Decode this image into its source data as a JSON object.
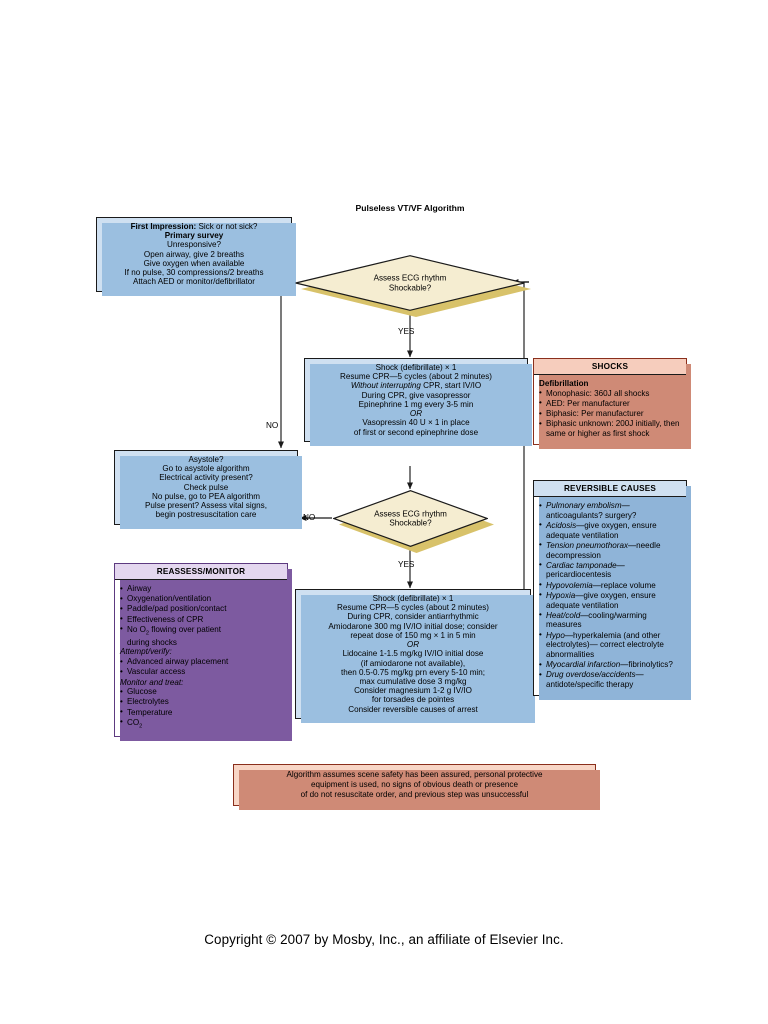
{
  "title": "Pulseless VT/VF Algorithm",
  "footer": "Copyright © 2007 by Mosby, Inc., an affiliate of Elsevier Inc.",
  "colors": {
    "box_fill_blue": "#cfe0f1",
    "box_shadow_blue": "#9bbfe0",
    "diamond_fill": "#f5edd1",
    "diamond_shadow": "#d8c26a",
    "shocks_header": "#f6cdbd",
    "note_fill": "#f8d6c6",
    "note_border": "#8a2f1c",
    "reassess_header": "#e4d7ef",
    "reassess_border": "#5d3a80",
    "reversible_header": "#cfe0f1",
    "stroke": "#1a1a1a"
  },
  "nodes": {
    "first_impression": {
      "name": "first-impression-box",
      "lines": [
        {
          "bold_prefix": "First Impression:",
          "text": " Sick or not sick?"
        },
        {
          "bold": "Primary survey"
        },
        {
          "text": "Unresponsive?"
        },
        {
          "text": "Open airway, give 2 breaths"
        },
        {
          "text": "Give oxygen when available"
        },
        {
          "text": "If no pulse, 30 compressions/2 breaths"
        },
        {
          "text": "Attach AED or monitor/defibrillator"
        }
      ]
    },
    "decision_1": {
      "name": "assess-ecg-rhythm-decision-1",
      "lines": [
        "Assess ECG rhythm",
        "Shockable?"
      ]
    },
    "decision_2": {
      "name": "assess-ecg-rhythm-decision-2",
      "lines": [
        "Assess ECG rhythm",
        "Shockable?"
      ]
    },
    "shock_1": {
      "name": "shock-box-1",
      "lines": [
        {
          "text": "Shock (defibrillate) × 1"
        },
        {
          "text": "Resume CPR—5 cycles (about 2 minutes)"
        },
        {
          "italic": "Without interrupting",
          "text": " CPR, start IV/IO"
        },
        {
          "text": "During CPR, give vasopressor"
        },
        {
          "text": "Epinephrine 1 mg every 3-5 min"
        },
        {
          "italic_only": "OR"
        },
        {
          "text": "Vasopressin 40 U × 1 in place"
        },
        {
          "text": "of first or second epinephrine dose"
        }
      ]
    },
    "shock_2": {
      "name": "shock-box-2",
      "lines": [
        {
          "text": "Shock (defibrillate) × 1"
        },
        {
          "text": "Resume CPR—5 cycles (about 2 minutes)"
        },
        {
          "text": "During CPR, consider antiarrhythmic"
        },
        {
          "text": "Amiodarone 300 mg IV/IO initial dose; consider"
        },
        {
          "text": "repeat dose of 150 mg × 1 in 5 min"
        },
        {
          "italic_only": "OR"
        },
        {
          "text": "Lidocaine 1-1.5 mg/kg IV/IO initial dose"
        },
        {
          "text": "(if amiodarone not available),"
        },
        {
          "text": "then 0.5-0.75 mg/kg prn every 5-10 min;"
        },
        {
          "text": "max cumulative dose 3 mg/kg"
        },
        {
          "text": "Consider magnesium 1-2 g IV/IO"
        },
        {
          "text": "for torsades de pointes"
        },
        {
          "text": "Consider reversible causes of arrest"
        }
      ]
    },
    "asystole": {
      "name": "asystole-box",
      "lines": [
        "Asystole?",
        "Go to asystole algorithm",
        "Electrical activity present?",
        "Check pulse",
        "No pulse, go to PEA algorithm",
        "Pulse present? Assess vital signs,",
        "begin postresuscitation care"
      ]
    }
  },
  "panels": {
    "shocks": {
      "header": "SHOCKS",
      "subheading": "Defibrillation",
      "items": [
        "Monophasic: 360J all shocks",
        "AED: Per manufacturer",
        "Biphasic: Per manufacturer",
        "Biphasic unknown: 200J initially, then same or higher as first shock"
      ]
    },
    "reversible_causes": {
      "header": "REVERSIBLE CAUSES",
      "items": [
        {
          "term": "Pulmonary embolism—",
          "rest": "anticoagulants? surgery?"
        },
        {
          "term": "Acidosis—",
          "rest": "give oxygen, ensure adequate ventilation"
        },
        {
          "term": "Tension pneumothorax—",
          "rest": "needle decompression"
        },
        {
          "term": "Cardiac tamponade—",
          "rest": "pericardiocentesis"
        },
        {
          "term": "Hypovolemia—",
          "rest": "replace volume"
        },
        {
          "term": "Hypoxia—",
          "rest": "give oxygen, ensure adequate ventilation"
        },
        {
          "term": "Heat/cold—",
          "rest": "cooling/warming measures"
        },
        {
          "term": "Hypo—",
          "rest": "hyperkalemia (and other electrolytes)— correct electrolyte abnormalities"
        },
        {
          "term": "Myocardial infarction—",
          "rest": "fibrinolytics?"
        },
        {
          "term": "Drug overdose/accidents—",
          "rest": "antidote/specific therapy"
        }
      ]
    },
    "reassess": {
      "header": "REASSESS/MONITOR",
      "items": [
        {
          "type": "bullet",
          "text": "Airway"
        },
        {
          "type": "bullet",
          "text": "Oxygenation/ventilation"
        },
        {
          "type": "bullet",
          "text": "Paddle/pad position/contact"
        },
        {
          "type": "bullet",
          "text": "Effectiveness of CPR"
        },
        {
          "type": "bullet_sub",
          "text": "No O2 flowing over patient",
          "sub": "during shocks"
        },
        {
          "type": "heading",
          "text": "Attempt/verify:"
        },
        {
          "type": "bullet",
          "text": "Advanced airway placement"
        },
        {
          "type": "bullet",
          "text": "Vascular access"
        },
        {
          "type": "heading",
          "text": "Monitor and treat:"
        },
        {
          "type": "bullet",
          "text": "Glucose"
        },
        {
          "type": "bullet",
          "text": "Electrolytes"
        },
        {
          "type": "bullet",
          "text": "Temperature"
        },
        {
          "type": "bullet",
          "text": "CO2"
        }
      ]
    }
  },
  "note": {
    "name": "assumption-note",
    "lines": [
      "Algorithm assumes scene safety has been assured, personal protective",
      "equipment is used, no signs of obvious death or presence",
      "of do not resuscitate order, and previous step was unsuccessful"
    ]
  },
  "edge_labels": {
    "yes_1": "YES",
    "yes_2": "YES",
    "no_1": "NO",
    "no_2": "NO"
  }
}
